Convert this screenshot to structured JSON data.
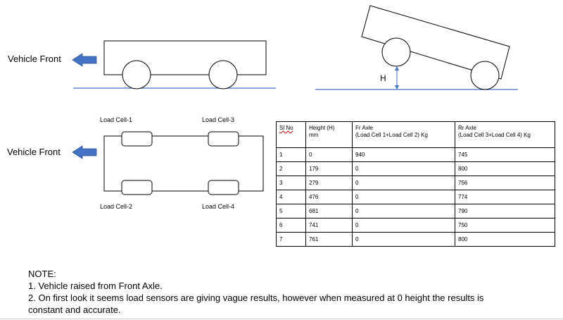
{
  "labels": {
    "vehicle_front_top": "Vehicle Front",
    "vehicle_front_bottom": "Vehicle Front",
    "height_label": "H",
    "load_cell_1": "Load Cell-1",
    "load_cell_2": "Load Cell-2",
    "load_cell_3": "Load Cell-3",
    "load_cell_4": "Load Cell-4"
  },
  "colors": {
    "arrow": "#4472c4",
    "ground": "#4472c4"
  },
  "table": {
    "headers": [
      {
        "line1": "Sl No",
        "line2": ""
      },
      {
        "line1": "Height (H)",
        "line2": "mm"
      },
      {
        "line1": "Fr Axle",
        "line2": "(Load Cell 1+Load Cell 2) Kg"
      },
      {
        "line1": "Rr Axle",
        "line2": "(Load Cell 3+Load Cell 4) Kg"
      }
    ],
    "rows": [
      [
        "1",
        "0",
        "940",
        "745"
      ],
      [
        "2",
        "179",
        "0",
        "800"
      ],
      [
        "3",
        "279",
        "0",
        "756"
      ],
      [
        "4",
        "476",
        "0",
        "774"
      ],
      [
        "5",
        "681",
        "0",
        "790"
      ],
      [
        "6",
        "741",
        "0",
        "750"
      ],
      [
        "7",
        "761",
        "0",
        "800"
      ]
    ]
  },
  "note": {
    "title": "NOTE:",
    "line1": "1. Vehicle raised from Front Axle.",
    "line2": "2. On first look it seems load sensors are giving vague results, however when measured at 0 height the results is",
    "line3": "constant and accurate."
  }
}
